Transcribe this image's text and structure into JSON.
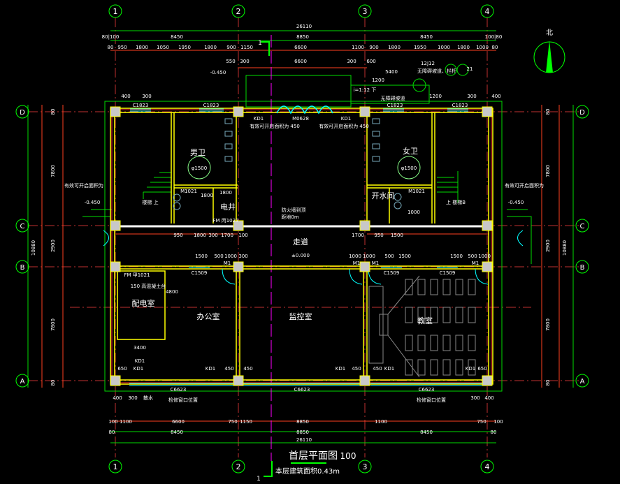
{
  "drawing": {
    "title": "首层平面图",
    "scale": "100",
    "area_note": "本层建筑面积0.43m",
    "north": "北",
    "section_mark": "1"
  },
  "axes": {
    "columns": [
      "1",
      "2",
      "3",
      "4"
    ],
    "rows": [
      "D",
      "C",
      "B",
      "A"
    ]
  },
  "dims": {
    "total_top": "26110",
    "top2": [
      "80|100",
      "8450",
      "8850",
      "8450",
      "100|80"
    ],
    "top3": [
      "80",
      "950",
      "1800",
      "1050",
      "1950",
      "1800",
      "900",
      "1150",
      "6600",
      "1100",
      "900",
      "1800",
      "1950",
      "1000",
      "1800",
      "1000",
      "80"
    ],
    "top4": [
      "550",
      "300",
      "6600",
      "300",
      "600",
      "5400",
      "1200",
      "300",
      "400",
      "400",
      "300"
    ],
    "bottom1": [
      "100",
      "1100",
      "6600",
      "750",
      "1150",
      "8850",
      "1100",
      "750",
      "100"
    ],
    "bottom2": [
      "80",
      "8450",
      "8850",
      "8450",
      "80"
    ],
    "total_bottom": "26110",
    "left": [
      "10880",
      "7800",
      "2900",
      "7800",
      "80",
      "80"
    ],
    "right": [
      "10880",
      "7800",
      "2900",
      "7800",
      "80",
      "80"
    ],
    "inner": [
      "1800",
      "1800",
      "1700",
      "950",
      "1500",
      "950",
      "1800",
      "300",
      "1700",
      "100",
      "4800",
      "3400",
      "1500",
      "500",
      "1000",
      "300",
      "1000",
      "1000",
      "500",
      "1500",
      "1500",
      "500",
      "1000",
      "650",
      "450",
      "450",
      "450",
      "450",
      "650",
      "400",
      "300",
      "300",
      "400",
      "1200",
      "1000"
    ]
  },
  "rooms": {
    "mens_wc": "男卫",
    "womens_wc": "女卫",
    "elec_shaft": "电井",
    "boiler_room": "开水间",
    "corridor": "走道",
    "power_room": "配电室",
    "office": "办公室",
    "monitor_room": "监控室",
    "classroom": "教室"
  },
  "annotations": {
    "elev_top": "-0.450",
    "elev_left": "-0.450",
    "elev_right": "-0.450",
    "elev_corridor": "±0.000",
    "gutter": "散水",
    "ramp_slope": "i=1:12  下",
    "ramp_label": "无障碍坡道",
    "ramp_note": "无障碍坡道、栏杆",
    "ramp_ref": "12J12",
    "ramp_ref2": "21",
    "win_c1823_1": "C1823",
    "win_c1823_2": "C1823",
    "win_c1823_3": "C1823",
    "win_c1823_4": "C1823",
    "door_m0628": "M0628",
    "kd1_a": "KD1",
    "kd1_b": "KD1",
    "openable_l": "有效可开启面积为",
    "openable_r": "有效可开启面积为",
    "openable_top_l": "有效可开启面积为  450",
    "openable_top_r": "有效可开启面积为  450",
    "stair_l": "楼梯  上",
    "stair_r": "上  楼梯B",
    "m1021_l": "M1021",
    "m1021_r": "M1021",
    "fm": "FM 丙1027",
    "fire_wall": "防火墙到顶",
    "fire_wall2": "距地0m",
    "c1509_1": "C1509",
    "c1509_2": "C1509",
    "c1509_3": "C1509",
    "m1_1": "M1",
    "m1_2": "M1",
    "m1_3": "M1",
    "m1_4": "M1",
    "fm_b": "FM 甲1021",
    "platform": "150 高混凝土台",
    "c6623_1": "C6623",
    "c6623_2": "C6623",
    "c6623_3": "C6623",
    "kd1_1": "KD1",
    "kd1_2": "KD1",
    "kd1_3": "KD1",
    "kd1_4": "KD1",
    "kd1_5": "KD1",
    "kd1_6": "KD1",
    "vent_l": "检修窗口位置",
    "vent_r": "检修窗口位置",
    "turn_l": "φ1500",
    "turn_r": "φ1500"
  },
  "colors": {
    "background": "#000000",
    "wall": "#ffff00",
    "axis": "#00ff00",
    "axis_line": "#ff3333",
    "dim": "#ff4020",
    "window": "#00ffff",
    "center": "#ff00ff",
    "text": "#ffffff",
    "column": "#c8c8c8"
  }
}
